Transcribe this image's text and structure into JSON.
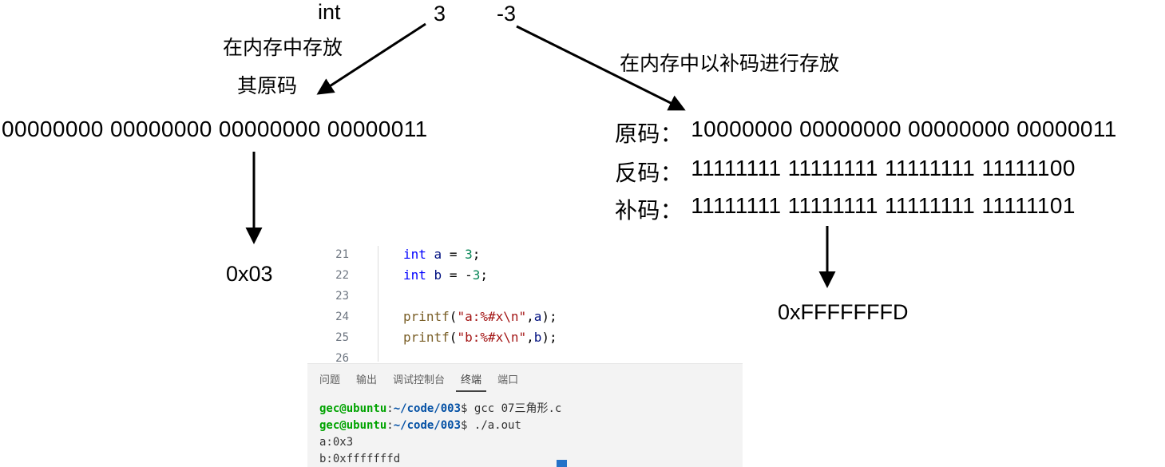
{
  "diagram": {
    "type_label": "int",
    "value_positive": "3",
    "value_negative": "-3",
    "note_left_line1": "在内存中存放",
    "note_left_line2": "其原码",
    "note_right": "在内存中以补码进行存放",
    "binary_of_3": "00000000 00000000 00000000 00000011",
    "hex_of_3": "0x03",
    "right_rows": [
      {
        "label": "原码：",
        "value": "10000000 00000000 00000000 00000011"
      },
      {
        "label": "反码：",
        "value": "11111111 11111111 11111111 11111100"
      },
      {
        "label": "补码：",
        "value": "11111111 11111111 11111111 11111101"
      }
    ],
    "hex_of_neg3": "0xFFFFFFFD"
  },
  "editor": {
    "lines": [
      {
        "num": "21",
        "tokens": [
          [
            "int",
            "kw"
          ],
          [
            " ",
            "pl"
          ],
          [
            "a",
            "vr"
          ],
          [
            " = ",
            "pl"
          ],
          [
            "3",
            "nm"
          ],
          [
            ";",
            "pl"
          ]
        ]
      },
      {
        "num": "22",
        "tokens": [
          [
            "int",
            "kw"
          ],
          [
            " ",
            "pl"
          ],
          [
            "b",
            "vr"
          ],
          [
            " = -",
            "pl"
          ],
          [
            "3",
            "nm"
          ],
          [
            ";",
            "pl"
          ]
        ]
      },
      {
        "num": "23",
        "tokens": []
      },
      {
        "num": "24",
        "tokens": [
          [
            "printf",
            "fn"
          ],
          [
            "(",
            "pl"
          ],
          [
            "\"a:%#x\\n\"",
            "st"
          ],
          [
            ",",
            "pl"
          ],
          [
            "a",
            "vr"
          ],
          [
            ");",
            "pl"
          ]
        ]
      },
      {
        "num": "25",
        "tokens": [
          [
            "printf",
            "fn"
          ],
          [
            "(",
            "pl"
          ],
          [
            "\"b:%#x\\n\"",
            "st"
          ],
          [
            ",",
            "pl"
          ],
          [
            "b",
            "vr"
          ],
          [
            ");",
            "pl"
          ]
        ]
      },
      {
        "num": "26",
        "tokens": []
      }
    ]
  },
  "panel": {
    "tabs": [
      {
        "id": "problems",
        "label": "问题",
        "active": false
      },
      {
        "id": "output",
        "label": "输出",
        "active": false
      },
      {
        "id": "debug-console",
        "label": "调试控制台",
        "active": false
      },
      {
        "id": "terminal",
        "label": "终端",
        "active": true
      },
      {
        "id": "ports",
        "label": "端口",
        "active": false
      }
    ],
    "terminal_lines": [
      {
        "tokens": [
          [
            "gec@ubuntu",
            "gb"
          ],
          [
            ":",
            "tpl"
          ],
          [
            "~/code/003",
            "bb"
          ],
          [
            "$ ",
            "tpl"
          ],
          [
            "gcc 07三角形.c",
            "tpl"
          ]
        ]
      },
      {
        "tokens": [
          [
            "gec@ubuntu",
            "gb"
          ],
          [
            ":",
            "tpl"
          ],
          [
            "~/code/003",
            "bb"
          ],
          [
            "$ ",
            "tpl"
          ],
          [
            "./a.out",
            "tpl"
          ]
        ]
      },
      {
        "tokens": [
          [
            "a:0x3",
            "tpl"
          ]
        ]
      },
      {
        "tokens": [
          [
            "b:0xfffffffd",
            "tpl"
          ]
        ]
      }
    ]
  },
  "colors": {
    "keyword": "#0000ff",
    "variable": "#001080",
    "number": "#098658",
    "function": "#795e26",
    "string": "#a31515",
    "plain": "#000000",
    "line_number": "#6e7681",
    "prompt_user": "#00a300",
    "prompt_path": "#0451a5",
    "terminal_text": "#333333",
    "cursor_blue": "#2472c8",
    "arrow": "#000000"
  }
}
